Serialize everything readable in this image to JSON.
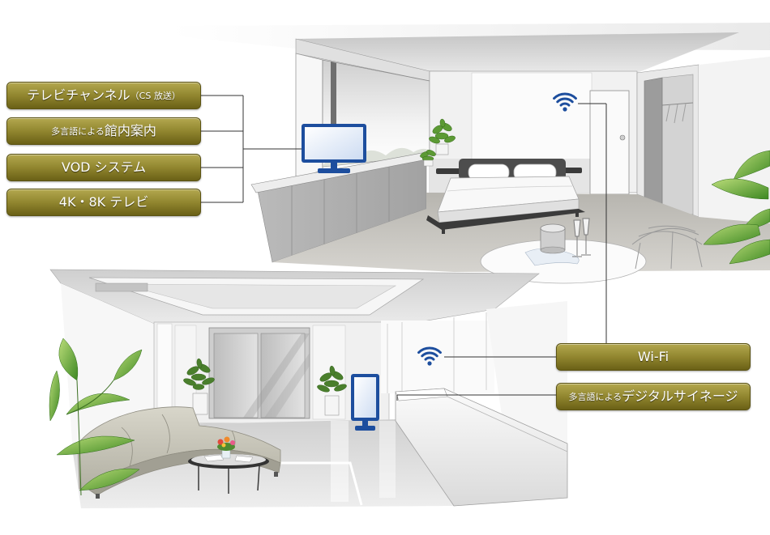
{
  "labels": {
    "tv_channel": {
      "main": "テレビチャンネル",
      "sub": "（CS 放送）"
    },
    "guide": {
      "sub": "多言語による",
      "main": "館内案内"
    },
    "vod": {
      "main": "VOD システム"
    },
    "tv_4k8k": {
      "main": "4K・8K テレビ"
    },
    "wifi": {
      "main": "Wi-Fi"
    },
    "signage": {
      "sub": "多言語による",
      "main": "デジタルサイネージ"
    }
  },
  "icons": {
    "tv": "tv-icon",
    "wifi_room": "wifi-icon",
    "wifi_lobby": "wifi-icon",
    "signage": "signage-icon"
  },
  "colors": {
    "label_top": "#b3a84f",
    "label_bottom": "#6a6016",
    "icon_blue": "#1d4e9e",
    "connector": "#333333"
  }
}
